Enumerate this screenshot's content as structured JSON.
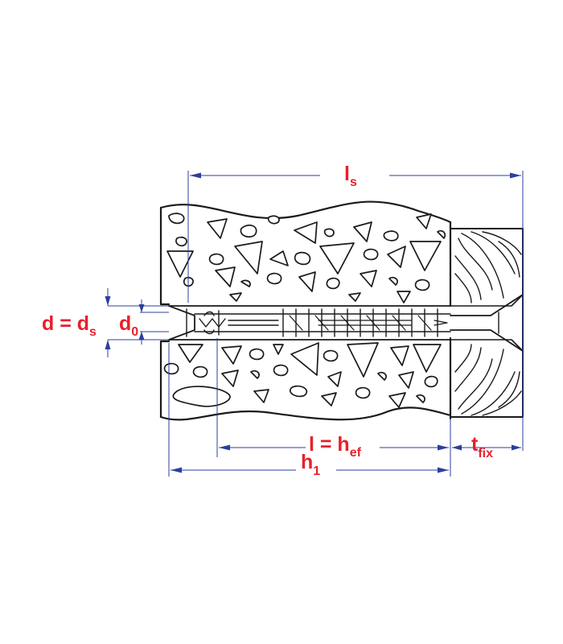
{
  "labels": {
    "ls": {
      "main": "l",
      "sub": "s"
    },
    "d": {
      "main": "d = d",
      "sub": "s"
    },
    "d0": {
      "main": "d",
      "sub": "0"
    },
    "lhef": {
      "main": "l = h",
      "sub": "ef"
    },
    "tfix": {
      "main": "t",
      "sub": "fix"
    },
    "h1": {
      "main": "h",
      "sub": "1"
    }
  },
  "colors": {
    "label": "#e8202a",
    "dimension": "#2b3f9e",
    "outline": "#1a1a1a",
    "background": "#ffffff"
  }
}
